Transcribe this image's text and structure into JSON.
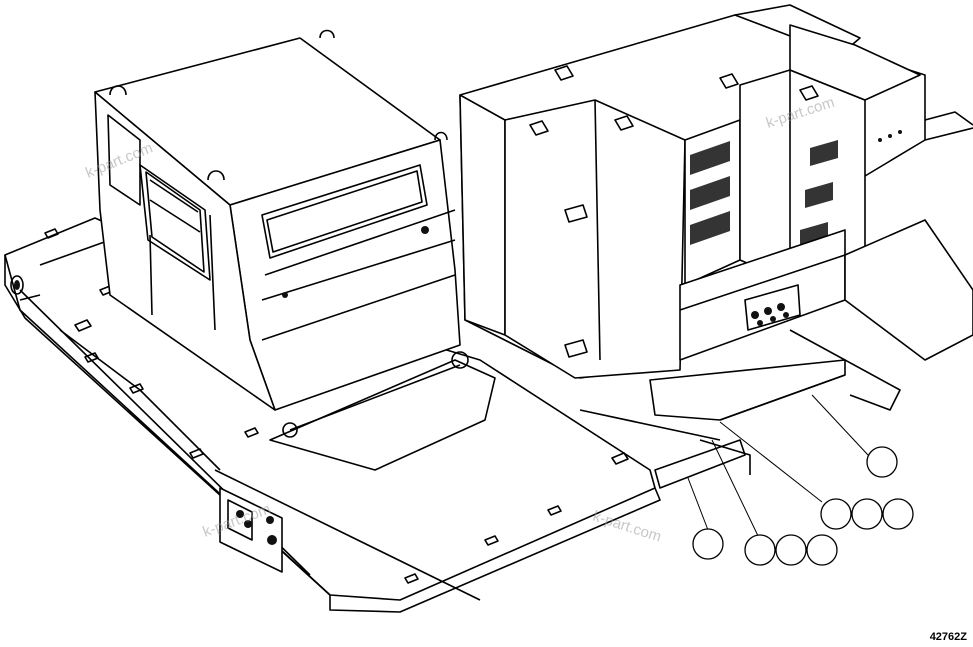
{
  "figure_number": "42762Z",
  "watermarks": [
    "k-part.com",
    "k-part.com",
    "k-part.com",
    "k-part.com"
  ],
  "callouts": [
    "",
    "",
    "",
    "",
    "",
    "",
    "",
    ""
  ]
}
